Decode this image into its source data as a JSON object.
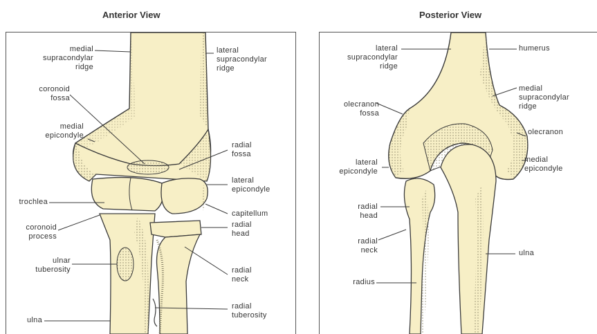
{
  "anterior": {
    "title": "Anterior View",
    "labels": {
      "medial_supracondylar_ridge": "medial\nsupracondylar\nridge",
      "lateral_supracondylar_ridge": "lateral\nsupracondylar\nridge",
      "coronoid_fossa": "coronoid\nfossa",
      "medial_epicondyle": "medial\nepicondyle",
      "radial_fossa": "radial\nfossa",
      "lateral_epicondyle": "lateral\nepicondyle",
      "trochlea": "trochlea",
      "capitellum": "capitellum",
      "coronoid_process": "coronoid\nprocess",
      "radial_head": "radial\nhead",
      "ulnar_tuberosity": "ulnar\ntuberosity",
      "radial_neck": "radial\nneck",
      "radial_tuberosity": "radial\ntuberosity",
      "ulna": "ulna"
    }
  },
  "posterior": {
    "title": "Posterior View",
    "labels": {
      "lateral_supracondylar_ridge": "lateral\nsupracondylar\nridge",
      "humerus": "humerus",
      "olecranon_fossa": "olecranon\nfossa",
      "medial_supracondylar_ridge": "medial\nsupracondylar\nridge",
      "olecranon": "olecranon",
      "lateral_epicondyle": "lateral\nepicondyle",
      "medial_epicondyle": "medial\nepicondyle",
      "radial_head": "radial\nhead",
      "radial_neck": "radial\nneck",
      "ulna": "ulna",
      "radius": "radius"
    }
  },
  "colors": {
    "bone": "#f7efc6",
    "outline": "#3a3a3a",
    "stipple": "#8a8468"
  }
}
